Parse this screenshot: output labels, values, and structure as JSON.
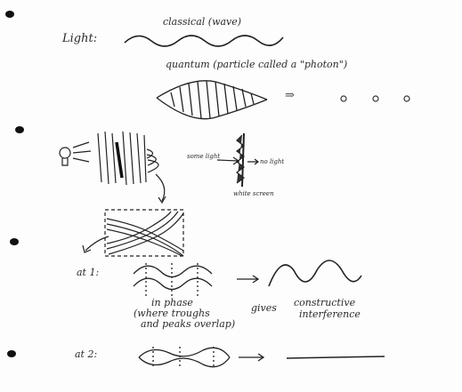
{
  "notes": {
    "light_label": "Light:",
    "classical_label": "classical (wave)",
    "quantum_label": "quantum (particle called a \"photon\")",
    "arrow_symbol": "⇒",
    "some_light_label": "some light",
    "no_light_label": "no light",
    "white_screen_label": "white screen",
    "at1_label": "at 1:",
    "in_phase_label": "in phase",
    "where_label": "(where troughs",
    "and_peaks_label": "and peaks overlap)",
    "gives_label": "gives",
    "constructive_label": "constructive",
    "interference_label": "interference",
    "at2_label": "at 2:"
  }
}
